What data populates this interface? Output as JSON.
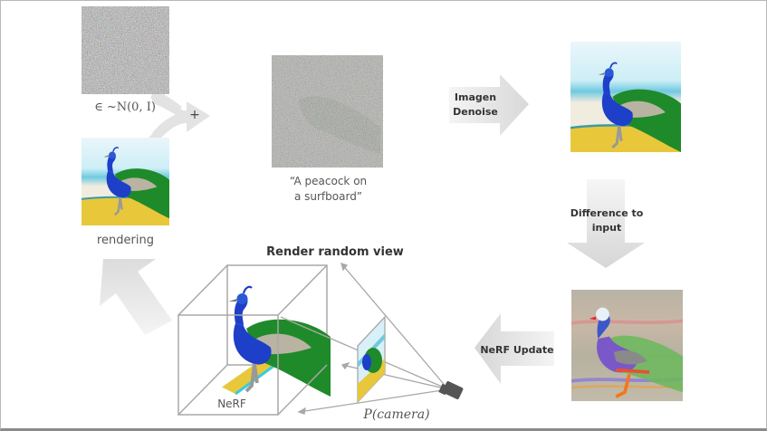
{
  "title": "DreamFusion score distillation loop",
  "noise_label": "∈ ~N(0, I)",
  "plus_sign": "+",
  "rendering_label": "rendering",
  "prompt_label_line1": "“A peacock on",
  "prompt_label_line2": "a surfboard”",
  "denoise_arrow_line1": "Imagen",
  "denoise_arrow_line2": "Denoise",
  "difference_arrow_line1": "Difference to",
  "difference_arrow_line2": "input",
  "nerf_update_label": "NeRF Update",
  "render_view_label": "Render random view",
  "nerf_box_label": "NeRF",
  "camera_label": "P(camera)",
  "colors": {
    "arrow_fill": "#e6e6e6",
    "frame_border": "#b8b8b8",
    "peacock_blue": "#1e3fc8",
    "peacock_green": "#1f8a2a",
    "sky": "#bfe8f2",
    "sand": "#e8c83a"
  },
  "images": [
    {
      "name": "noise-image",
      "description": "pure gaussian noise"
    },
    {
      "name": "noisy-rendering",
      "description": "noisy peacock rendering"
    },
    {
      "name": "denoised-image",
      "description": "peacock on surfboard denoised"
    },
    {
      "name": "difference-image",
      "description": "colorful peacock difference"
    },
    {
      "name": "rendering-image",
      "description": "peacock rendering"
    }
  ]
}
